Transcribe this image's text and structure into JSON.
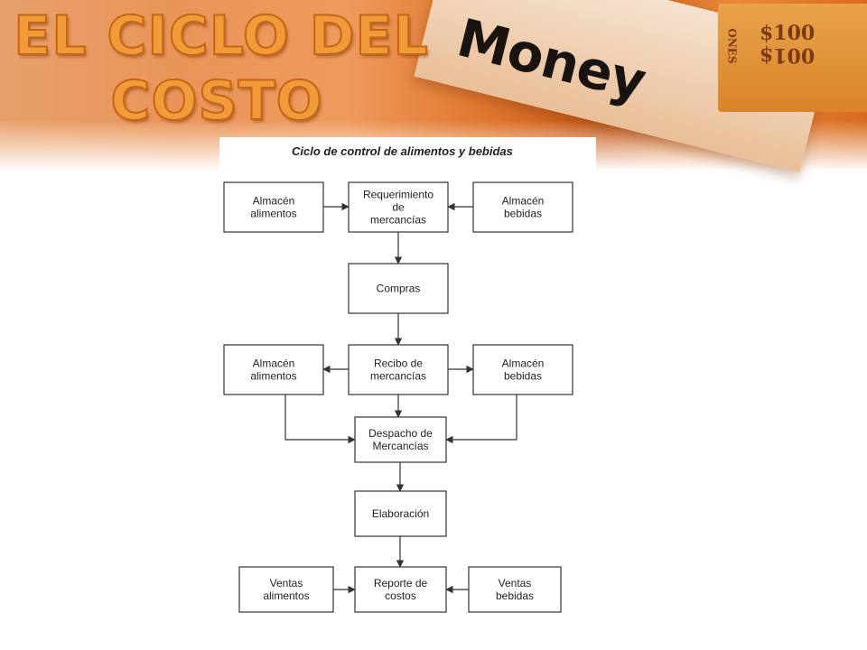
{
  "slide": {
    "title_line1": "EL CICLO DEL",
    "title_line2": "COSTO",
    "photo": {
      "money_word": "Money",
      "bill_top": "$100",
      "bill_mid": "001$",
      "bill_side": "ONES"
    }
  },
  "diagram": {
    "heading": "Ciclo de control de alimentos y bebidas",
    "nodes": [
      {
        "id": "almacen_alimentos_1",
        "lines": [
          "Almacén",
          "alimentos"
        ]
      },
      {
        "id": "requerimiento",
        "lines": [
          "Requerimiento",
          "de",
          "mercancías"
        ]
      },
      {
        "id": "almacen_bebidas_1",
        "lines": [
          "Almacén",
          "bebidas"
        ]
      },
      {
        "id": "compras",
        "lines": [
          "Compras"
        ]
      },
      {
        "id": "almacen_alimentos_2",
        "lines": [
          "Almacén",
          "alimentos"
        ]
      },
      {
        "id": "recibo",
        "lines": [
          "Recibo de",
          "mercancías"
        ]
      },
      {
        "id": "almacen_bebidas_2",
        "lines": [
          "Almacén",
          "bebidas"
        ]
      },
      {
        "id": "despacho",
        "lines": [
          "Despacho de",
          "Mercancías"
        ]
      },
      {
        "id": "elaboracion",
        "lines": [
          "Elaboración"
        ]
      },
      {
        "id": "ventas_alimentos",
        "lines": [
          "Ventas",
          "alimentos"
        ]
      },
      {
        "id": "reporte",
        "lines": [
          "Reporte de",
          "costos"
        ]
      },
      {
        "id": "ventas_bebidas",
        "lines": [
          "Ventas",
          "bebidas"
        ]
      }
    ],
    "edges": [
      {
        "from": "almacen_alimentos_1",
        "to": "requerimiento"
      },
      {
        "from": "almacen_bebidas_1",
        "to": "requerimiento"
      },
      {
        "from": "requerimiento",
        "to": "compras"
      },
      {
        "from": "compras",
        "to": "recibo"
      },
      {
        "from": "recibo",
        "to": "almacen_alimentos_2"
      },
      {
        "from": "recibo",
        "to": "almacen_bebidas_2"
      },
      {
        "from": "recibo",
        "to": "despacho"
      },
      {
        "from": "almacen_alimentos_2",
        "to": "despacho"
      },
      {
        "from": "almacen_bebidas_2",
        "to": "despacho"
      },
      {
        "from": "despacho",
        "to": "elaboracion"
      },
      {
        "from": "elaboracion",
        "to": "reporte"
      },
      {
        "from": "ventas_alimentos",
        "to": "reporte"
      },
      {
        "from": "ventas_bebidas",
        "to": "reporte"
      }
    ]
  }
}
